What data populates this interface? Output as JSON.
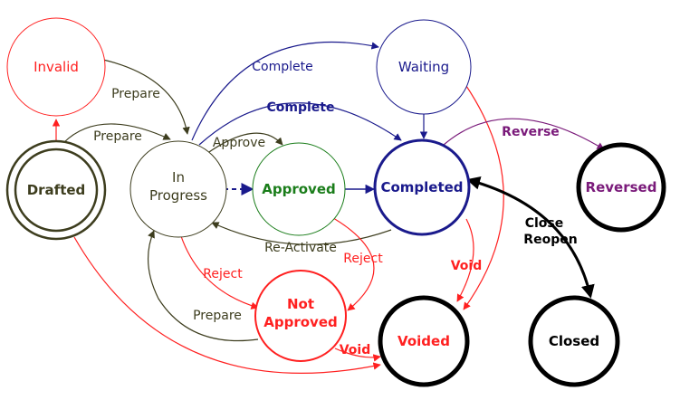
{
  "colors": {
    "olive": "#3d3d1e",
    "green": "#1a7d1a",
    "red": "#ff2020",
    "navy": "#1a1a8c",
    "purple": "#7a1a7a",
    "black": "#000000"
  },
  "states": {
    "invalid": "Invalid",
    "drafted": "Drafted",
    "in_progress_line1": "In",
    "in_progress_line2": "Progress",
    "approved": "Approved",
    "waiting": "Waiting",
    "completed": "Completed",
    "reversed": "Reversed",
    "not_approved_line1": "Not",
    "not_approved_line2": "Approved",
    "voided": "Voided",
    "closed": "Closed"
  },
  "transitions": {
    "prepare_invalid": "Prepare",
    "prepare_drafted": "Prepare",
    "complete_waiting": "Complete",
    "complete_inprogress": "Complete",
    "approve": "Approve",
    "reactivate": "Re-Activate",
    "reject_inprogress": "Reject",
    "reject_approved": "Reject",
    "prepare_notapproved": "Prepare",
    "void_completed": "Void",
    "void_notapproved": "Void",
    "reverse": "Reverse",
    "close": "Close",
    "reopen": "Reopen"
  }
}
